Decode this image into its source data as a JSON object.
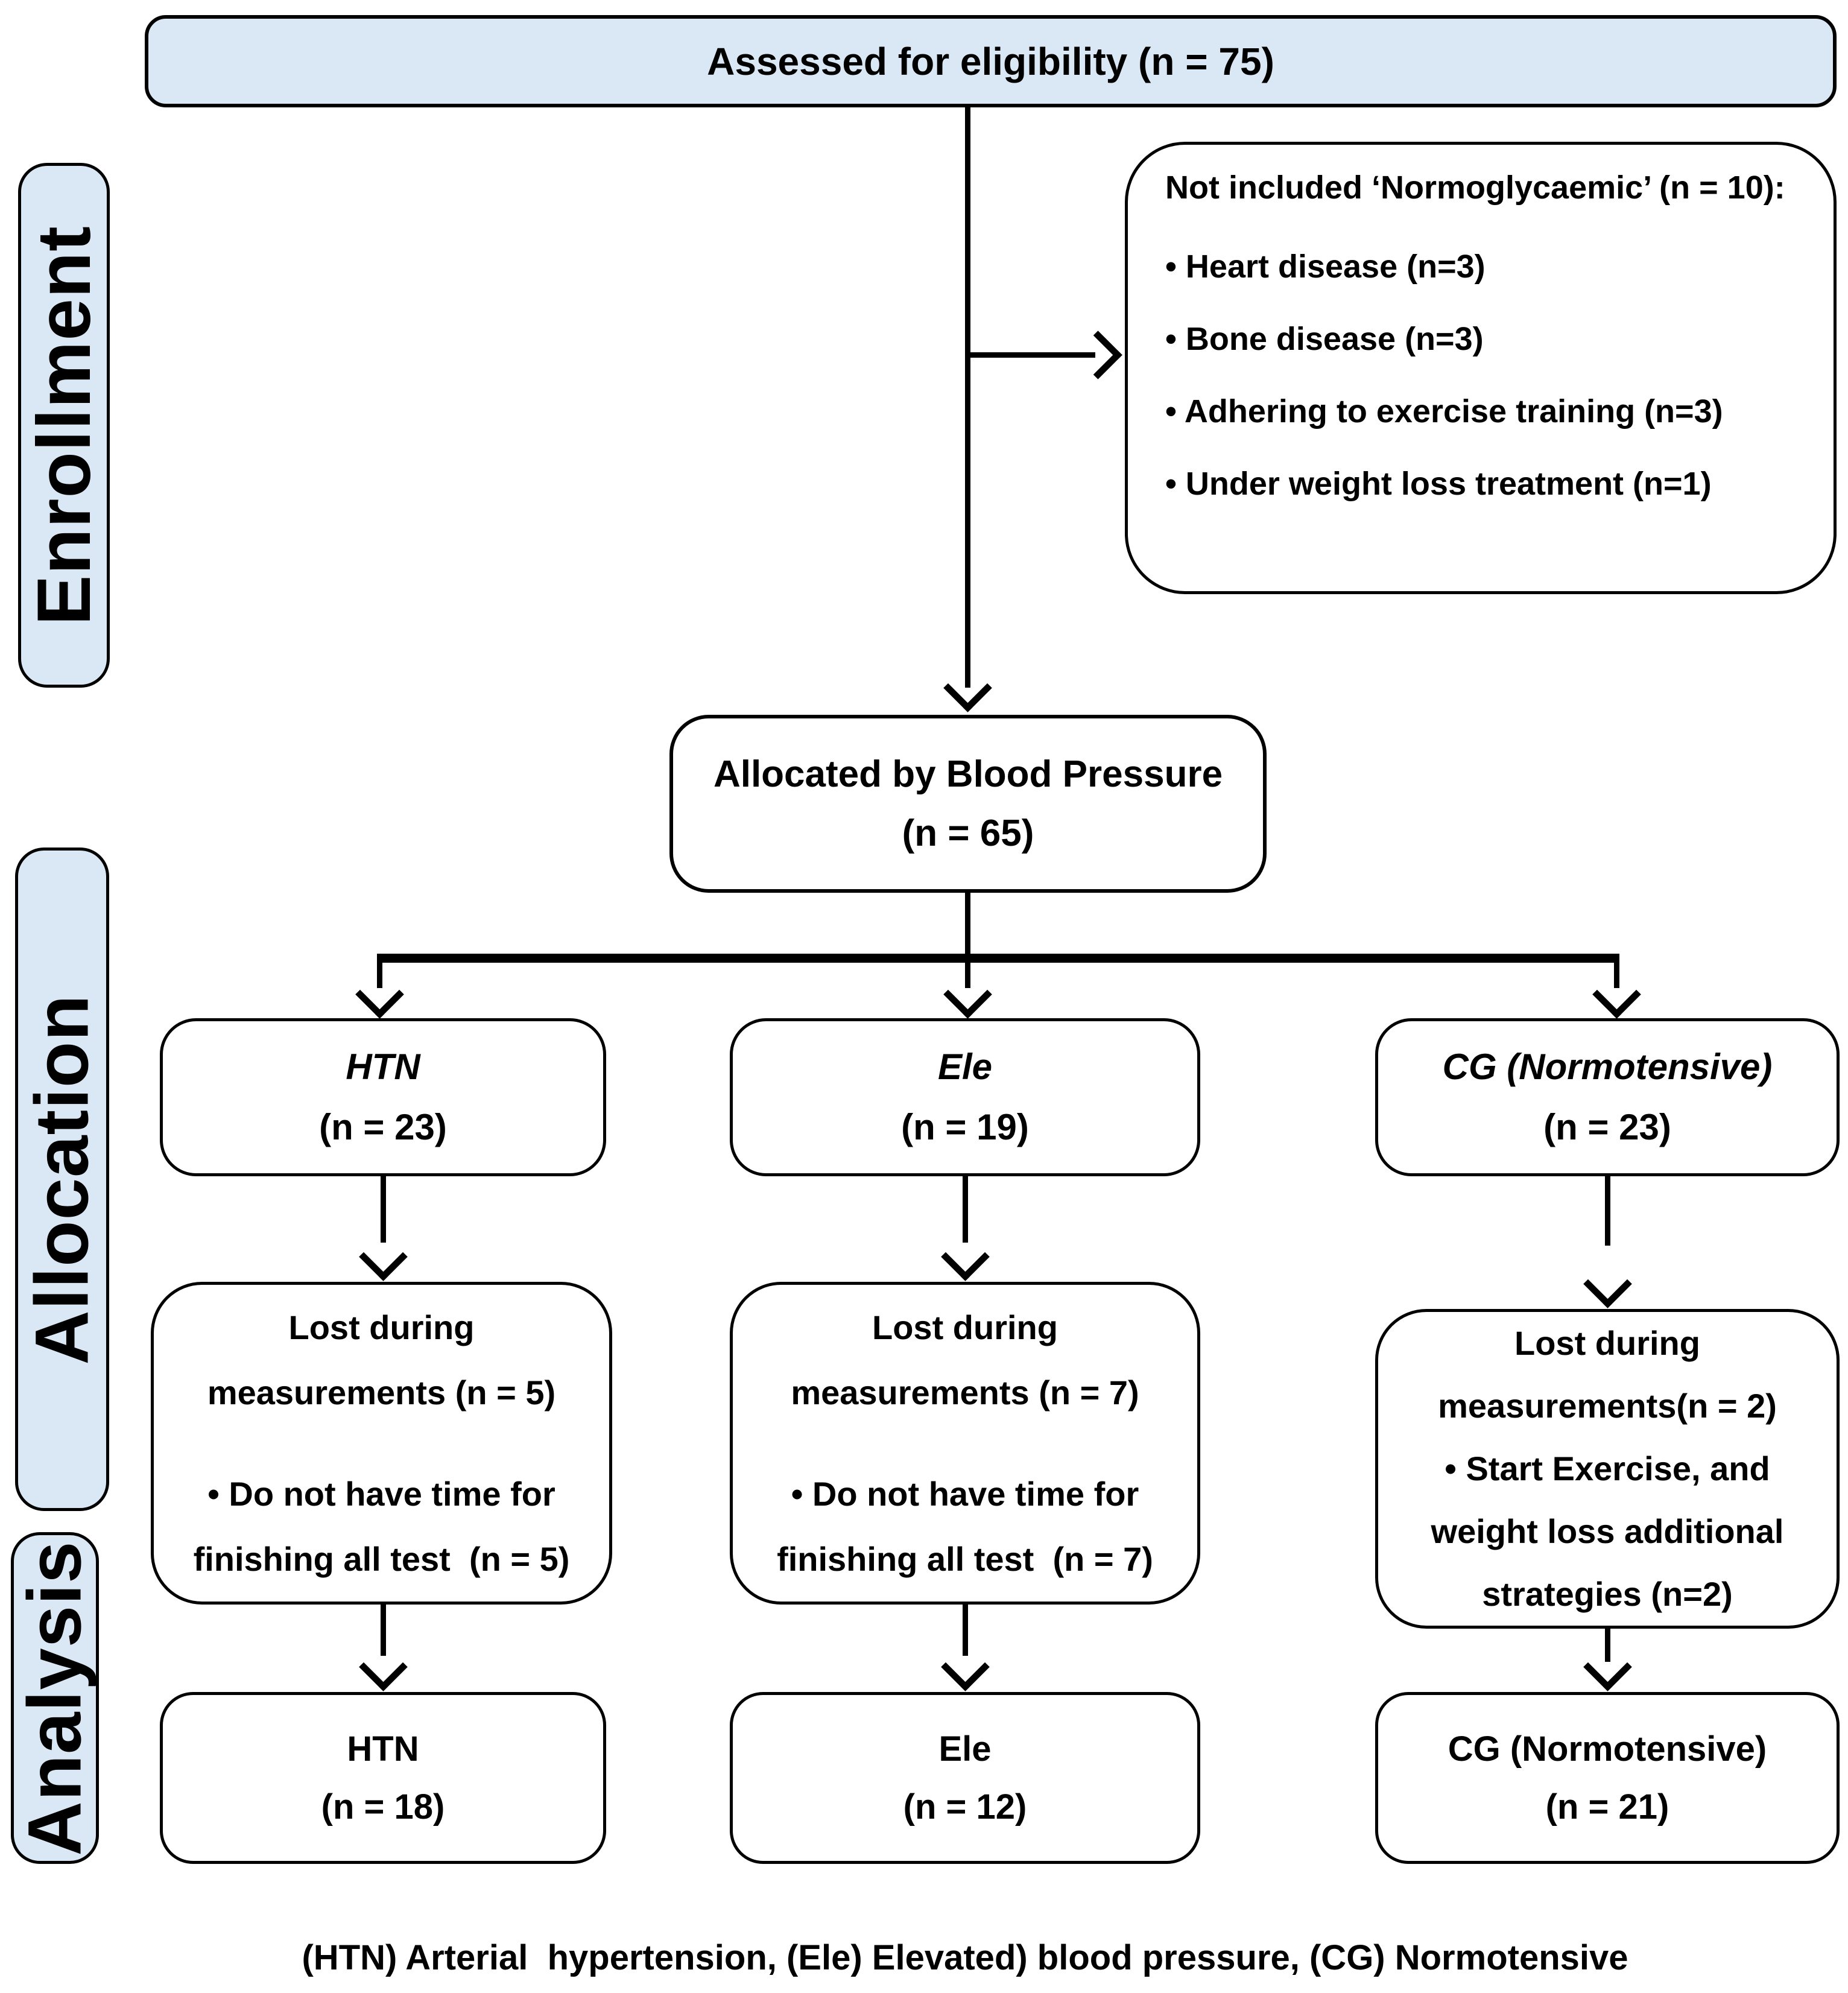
{
  "colors": {
    "box_fill_blue": "#dae7f4",
    "line": "#000000",
    "background": "#ffffff"
  },
  "sidebar": {
    "enrollment": "Enrollment",
    "allocation": "Allocation",
    "analysis": "Analysis"
  },
  "flow": {
    "assessed": "Assessed for eligibility (n = 75)",
    "not_included": {
      "title": "Not included ‘Normoglycaemic’ (n = 10):",
      "bullets": [
        "• Heart disease (n=3)",
        "• Bone disease (n=3)",
        "• Adhering to exercise training (n=3)",
        "• Under weight loss treatment (n=1)"
      ]
    },
    "allocated": {
      "line1": "Allocated by Blood Pressure",
      "line2": "(n = 65)"
    },
    "allocation_row": [
      {
        "name": "HTN",
        "n": "(n = 23)"
      },
      {
        "name": "Ele",
        "n": "(n = 19)"
      },
      {
        "name": "CG (Normotensive)",
        "n": "(n = 23)"
      }
    ],
    "lost_row": [
      {
        "line1": "Lost during",
        "line2": "measurements (n = 5)",
        "bullet": "• Do not have time for finishing all test  (n = 5)"
      },
      {
        "line1": "Lost during",
        "line2": "measurements (n = 7)",
        "bullet": "• Do not have time for finishing all test  (n = 7)"
      },
      {
        "line1": "Lost during",
        "line2": "measurements(n = 2)",
        "bullet": "• Start Exercise, and weight loss additional strategies (n=2)"
      }
    ],
    "analysis_row": [
      {
        "name": "HTN",
        "n": "(n = 18)"
      },
      {
        "name": "Ele",
        "n": "(n = 12)"
      },
      {
        "name": "CG (Normotensive)",
        "n": "(n = 21)"
      }
    ]
  },
  "footer": "(HTN) Arterial  hypertension, (Ele) Elevated) blood pressure, (CG) Normotensive"
}
